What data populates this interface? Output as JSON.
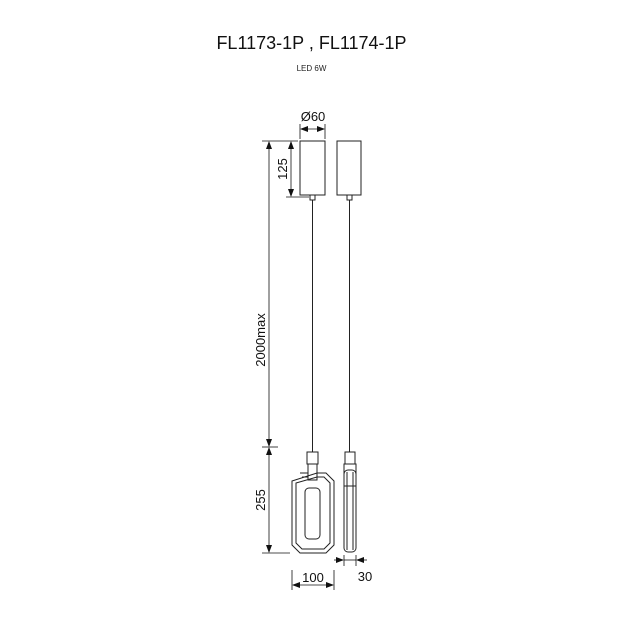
{
  "title": "FL1173-1P , FL1174-1P",
  "subtitle": "LED 6W",
  "dimensions": {
    "diameter": "Ø60",
    "canopy_height": "125",
    "cord_length": "2000max",
    "pendant_height": "255",
    "pendant_width": "100",
    "pendant_depth": "30"
  }
}
